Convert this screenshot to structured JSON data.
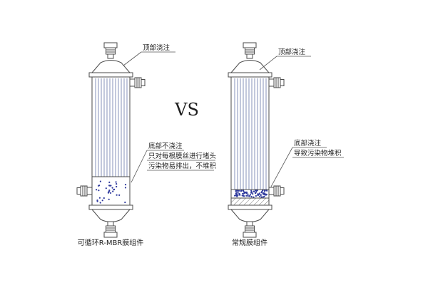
{
  "diagram": {
    "vs_label": "VS",
    "left_module": {
      "caption": "可循环R-MBR膜组件",
      "top_label": "顶部浇注",
      "bottom_notes": [
        "底部不浇注",
        "只对每根膜丝进行堵头",
        "污染物易排出，不堆积"
      ]
    },
    "right_module": {
      "caption": "常规膜组件",
      "top_label": "顶部浇注",
      "bottom_notes": [
        "底部浇注",
        "导致污染物堆积"
      ]
    },
    "colors": {
      "outline": "#4a4a4a",
      "fiber": "#9aa3c4",
      "contaminant": "#2f3a9e",
      "leader": "#555555",
      "text": "#1f1f1f",
      "hatch": "#777777"
    }
  }
}
